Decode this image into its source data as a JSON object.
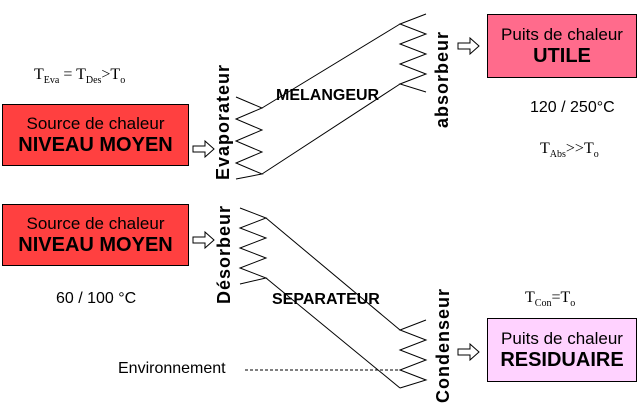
{
  "colors": {
    "source_fill": "#ff4040",
    "useful_fill": "#ff6b8c",
    "residual_fill": "#ffd2ff",
    "stroke": "#000000"
  },
  "source_top": {
    "line1": "Source de chaleur",
    "line2": "NIVEAU MOYEN"
  },
  "source_bottom": {
    "line1": "Source de chaleur",
    "line2": "NIVEAU MOYEN"
  },
  "sink_useful": {
    "line1": "Puits de chaleur",
    "line2": "UTILE"
  },
  "sink_residual": {
    "line1": "Puits de chaleur",
    "line2": "RESIDUAIRE"
  },
  "labels": {
    "evaporateur": "Evaporateur",
    "desorbeur": "Désorbeur",
    "absorbeur": "absorbeur",
    "condenseur": "Condenseur",
    "melangeur": "MELANGEUR",
    "separateur": "SEPARATEUR",
    "environnement": "Environnement"
  },
  "temps": {
    "eva_T": "T",
    "eva_sub1": "Eva",
    "eva_eq": " = T",
    "eva_sub2": "Des",
    "eva_gt": ">T",
    "eva_sub3": "o",
    "useful_range": "120 / 250°C",
    "abs_T": "T",
    "abs_sub1": "Abs",
    "abs_gt": ">>T",
    "abs_sub2": "o",
    "source_range": "60 / 100 °C",
    "con_T": "T",
    "con_sub1": "Con",
    "con_eq": "=T",
    "con_sub2": "o"
  }
}
